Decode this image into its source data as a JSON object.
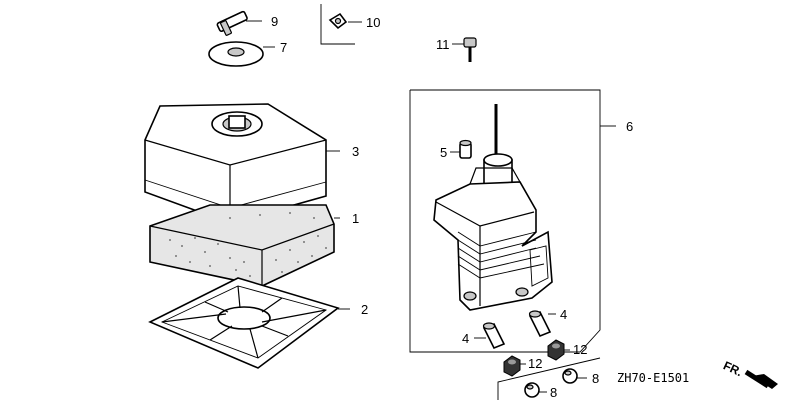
{
  "diagram_code": "ZH70-E1501",
  "front_label": "FR.",
  "callouts": {
    "c9": "9",
    "c7": "7",
    "c10": "10",
    "c11": "11",
    "c3": "3",
    "c1": "1",
    "c2": "2",
    "c6": "6",
    "c5": "5",
    "c4a": "4",
    "c4b": "4",
    "c12a": "12",
    "c12b": "12",
    "c8a": "8",
    "c8b": "8"
  }
}
